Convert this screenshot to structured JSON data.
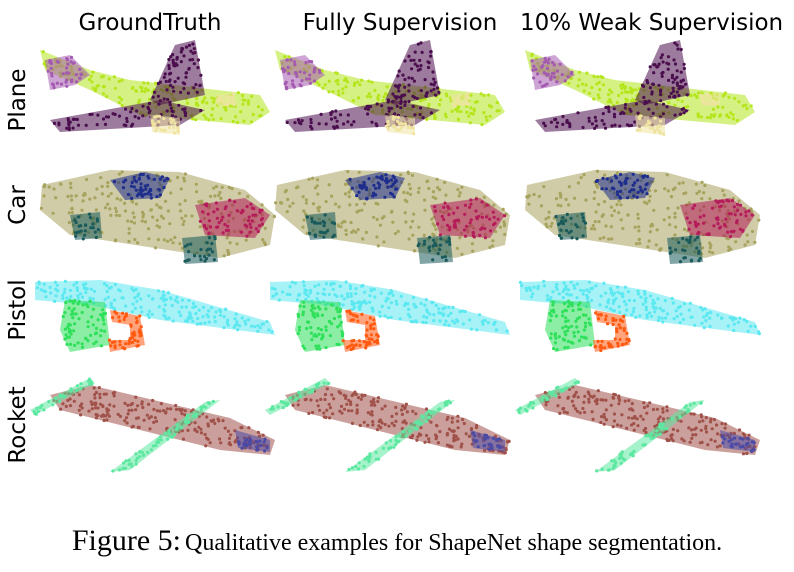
{
  "figure": {
    "columns": [
      "GroundTruth",
      "Fully Supervision",
      "10% Weak Supervision"
    ],
    "rows": [
      "Plane",
      "Car",
      "Pistol",
      "Rocket"
    ],
    "caption_lead": "Figure 5:",
    "caption_text": "Qualitative examples for ShapeNet shape segmentation."
  },
  "colors": {
    "plane_body": "#b5e61d",
    "plane_wing": "#4b0f4e",
    "plane_tail": "#a45ab0",
    "plane_engine": "#efe3a0",
    "car_body": "#a7a35e",
    "car_window": "#1f2e8c",
    "car_roof": "#b51c5a",
    "car_wheel": "#1a5a5a",
    "pistol_barrel": "#5ce8f0",
    "pistol_handle": "#2ee05a",
    "pistol_trigger": "#ff5a10",
    "rocket_body": "#a0524a",
    "rocket_fin": "#5ce8a0",
    "rocket_nose": "#4b4ba6"
  }
}
